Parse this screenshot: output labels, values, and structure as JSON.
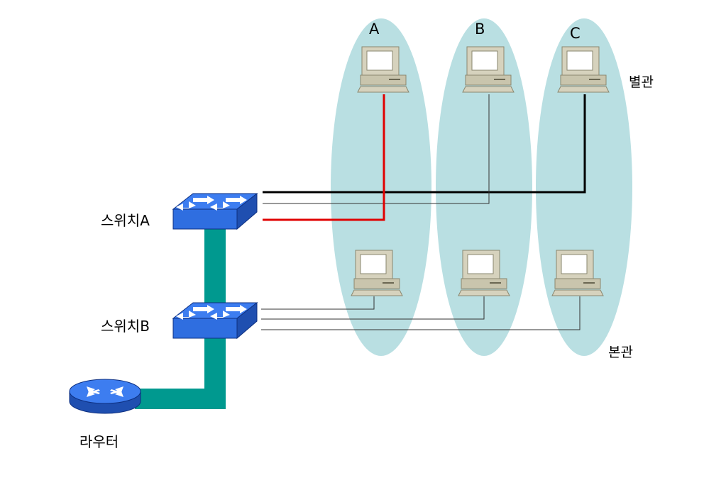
{
  "vlans": [
    {
      "label": "A"
    },
    {
      "label": "B"
    },
    {
      "label": "C"
    }
  ],
  "buildings": {
    "annex": "별관",
    "main": "본관"
  },
  "devices": {
    "switch_a": "스위치A",
    "switch_b": "스위치B",
    "router": "라우터"
  },
  "colors": {
    "vlan_fill": "#b9dfe2",
    "trunk": "#00998f",
    "switch_blue": "#2f6ee0",
    "link_red": "#e00000",
    "link_black": "#000000",
    "link_thin": "#333333",
    "pc_body": "#c9c5ad"
  }
}
